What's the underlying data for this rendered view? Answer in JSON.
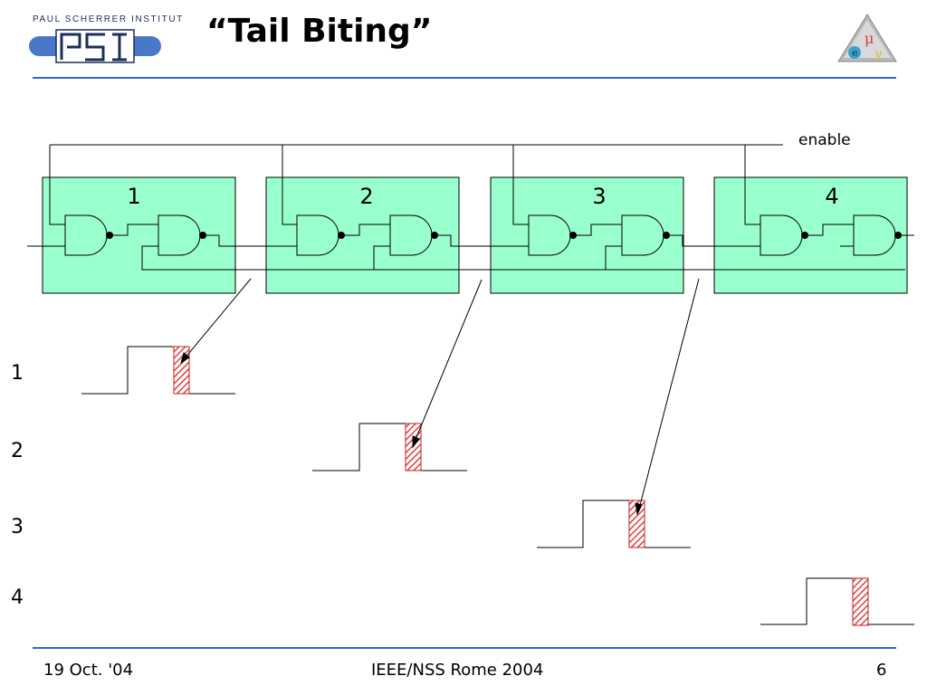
{
  "header": {
    "logo_caption": "PAUL SCHERRER INSTITUT",
    "logo_mark": "PSI",
    "title": "“Tail Biting”",
    "corner_logo": "mu-e-gamma-logo"
  },
  "diagram": {
    "enable_label": "enable",
    "blocks": [
      {
        "label": "1"
      },
      {
        "label": "2"
      },
      {
        "label": "3"
      },
      {
        "label": "4"
      }
    ],
    "row_labels": [
      "1",
      "2",
      "3",
      "4"
    ]
  },
  "footer": {
    "date": "19 Oct. '04",
    "conference": "IEEE/NSS Rome 2004",
    "page": "6"
  },
  "colors": {
    "block_fill": "#99ffcc",
    "rule_blue": "#3366cc",
    "hatch_red": "#e04040",
    "logo_blue": "#4a78c8",
    "logo_dark": "#1f2d57"
  }
}
